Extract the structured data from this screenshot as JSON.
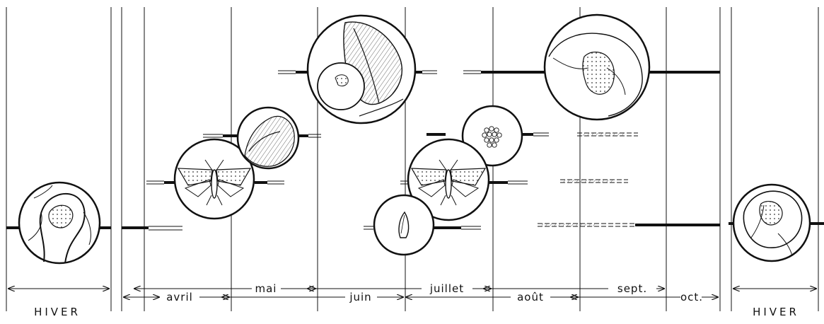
{
  "title": "",
  "months": [
    "avril",
    "mai",
    "juin",
    "juillet",
    "août",
    "sept.",
    "oct."
  ],
  "season_labels": {
    "winter_left": "HIVER",
    "winter_right": "HIVER"
  },
  "illustrations": [
    "overwintering-larva-on-bark",
    "moth-spring-generation",
    "larva-damage-on-leaf-spring",
    "apple-and-leaf-damage",
    "egg-cluster",
    "moth-summer-generation",
    "pupa",
    "apple-damage-late-summer",
    "overwintering-larva-on-leaf"
  ],
  "colors": {
    "ink": "#111111",
    "paper": "#ffffff"
  }
}
